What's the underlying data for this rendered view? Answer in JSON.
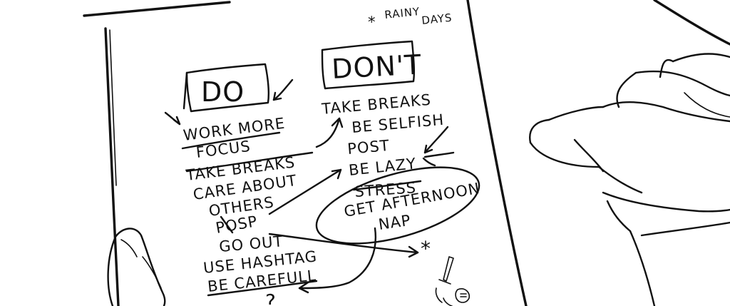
{
  "note": {
    "corner_note": [
      "RAINY",
      "DAYS"
    ],
    "asterisk": "*",
    "do_header": "DO",
    "dont_header": "DON'T",
    "do_items": [
      "WORK MORE",
      "FOCUS",
      "TAKE BREAKS",
      "CARE ABOUT",
      "OTHERS",
      "POSP",
      "GO OUT",
      "USE HASHTAG",
      "BE CAREFULL"
    ],
    "dont_items": [
      "TAKE BREAKS",
      "BE SELFISH",
      "POST",
      "BE LAZY",
      "STRESS",
      "GET AFTERNOON",
      "NAP"
    ],
    "question_mark": "?",
    "far_asterisk": "*"
  },
  "colors": {
    "ink": "#111111",
    "paper": "#ffffff"
  }
}
